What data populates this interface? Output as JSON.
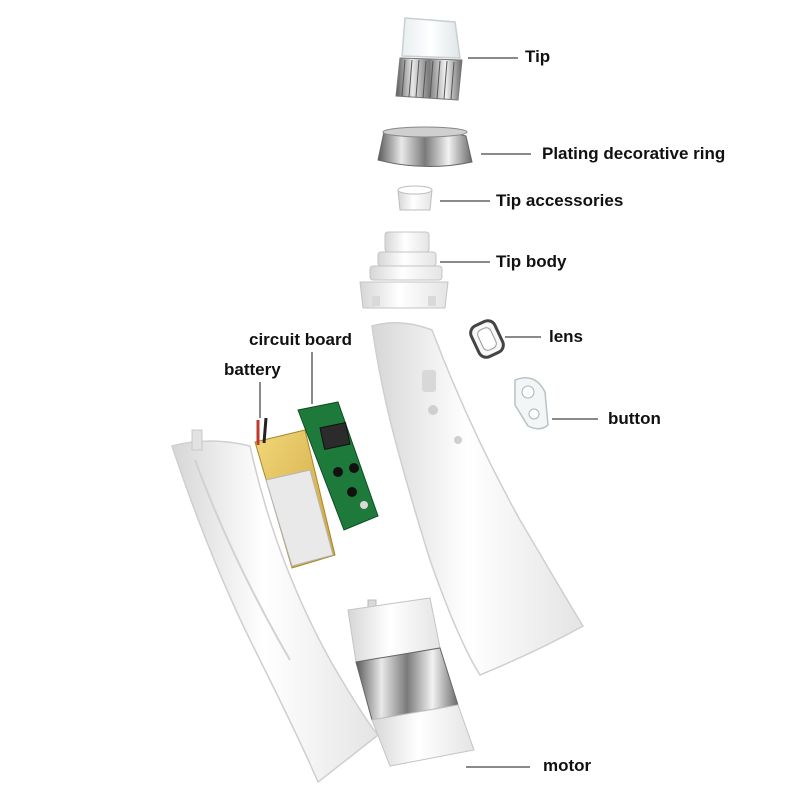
{
  "labels": {
    "tip": "Tip",
    "ring": "Plating decorative ring",
    "tip_accessories": "Tip accessories",
    "tip_body": "Tip body",
    "lens": "lens",
    "circuit_board": "circuit board",
    "battery": "battery",
    "button": "button",
    "motor": "motor"
  },
  "colors": {
    "label": "#111111",
    "leader": "#8a8a8a",
    "plastic": "#f4f4f4",
    "chrome": "#9a9a9a",
    "pcb": "#1e7a3a",
    "battery": "#e6c35a"
  }
}
